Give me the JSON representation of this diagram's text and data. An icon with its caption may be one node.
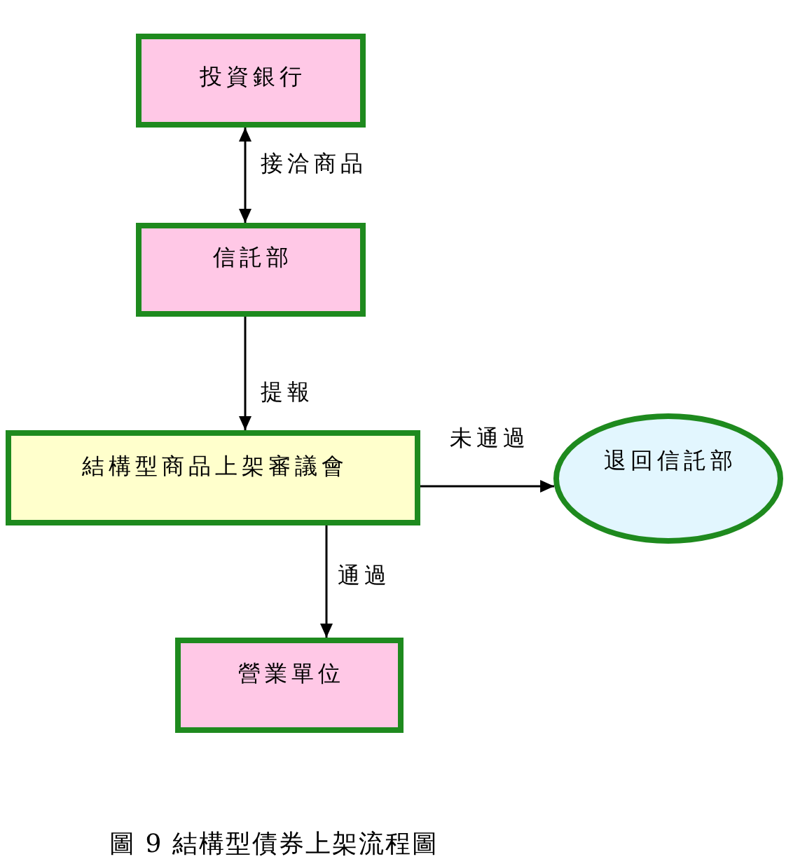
{
  "diagram": {
    "caption": "圖 9 結構型債券上架流程圖",
    "nodes": [
      {
        "text": [
          "投資銀行"
        ]
      },
      {
        "text": [
          "信託部"
        ]
      },
      {
        "text": [
          "結構型商品上架審議會"
        ]
      },
      {
        "text": [
          "退回信託部"
        ]
      },
      {
        "text": [
          "營業單位"
        ]
      }
    ],
    "edges": [
      {
        "from": 0,
        "to": 1,
        "arrow": "both",
        "label": "接洽商品"
      },
      {
        "from": 1,
        "to": 2,
        "arrow": "to",
        "label": "提報"
      },
      {
        "from": 2,
        "to": 3,
        "arrow": "to",
        "label": "未通過"
      },
      {
        "from": 2,
        "to": 4,
        "arrow": "to",
        "label": "通過"
      }
    ]
  }
}
